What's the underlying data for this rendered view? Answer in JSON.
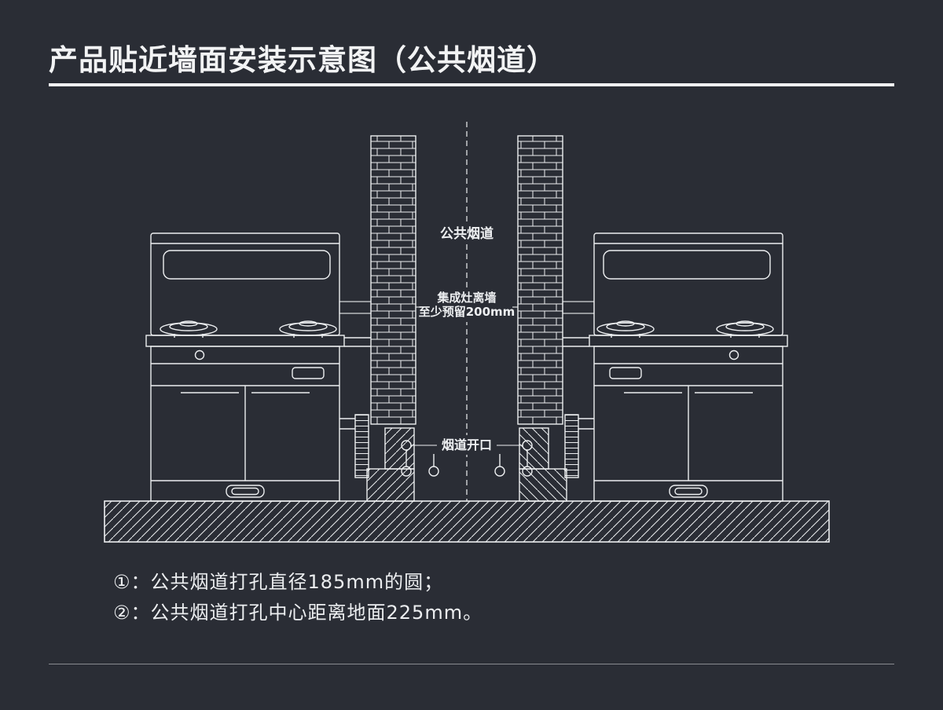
{
  "page": {
    "title": "产品贴近墙面安装示意图（公共烟道）",
    "notes": [
      "①：公共烟道打孔直径185mm的圆；",
      "②：公共烟道打孔中心距离地面225mm。"
    ]
  },
  "diagram": {
    "labels": {
      "flue": "公共烟道",
      "wall_gap_line1": "集成灶离墙",
      "wall_gap_line2": "至少预留200mm",
      "opening": "烟道开口"
    },
    "colors": {
      "background": "#2a2d35",
      "line": "#edeff1"
    }
  }
}
